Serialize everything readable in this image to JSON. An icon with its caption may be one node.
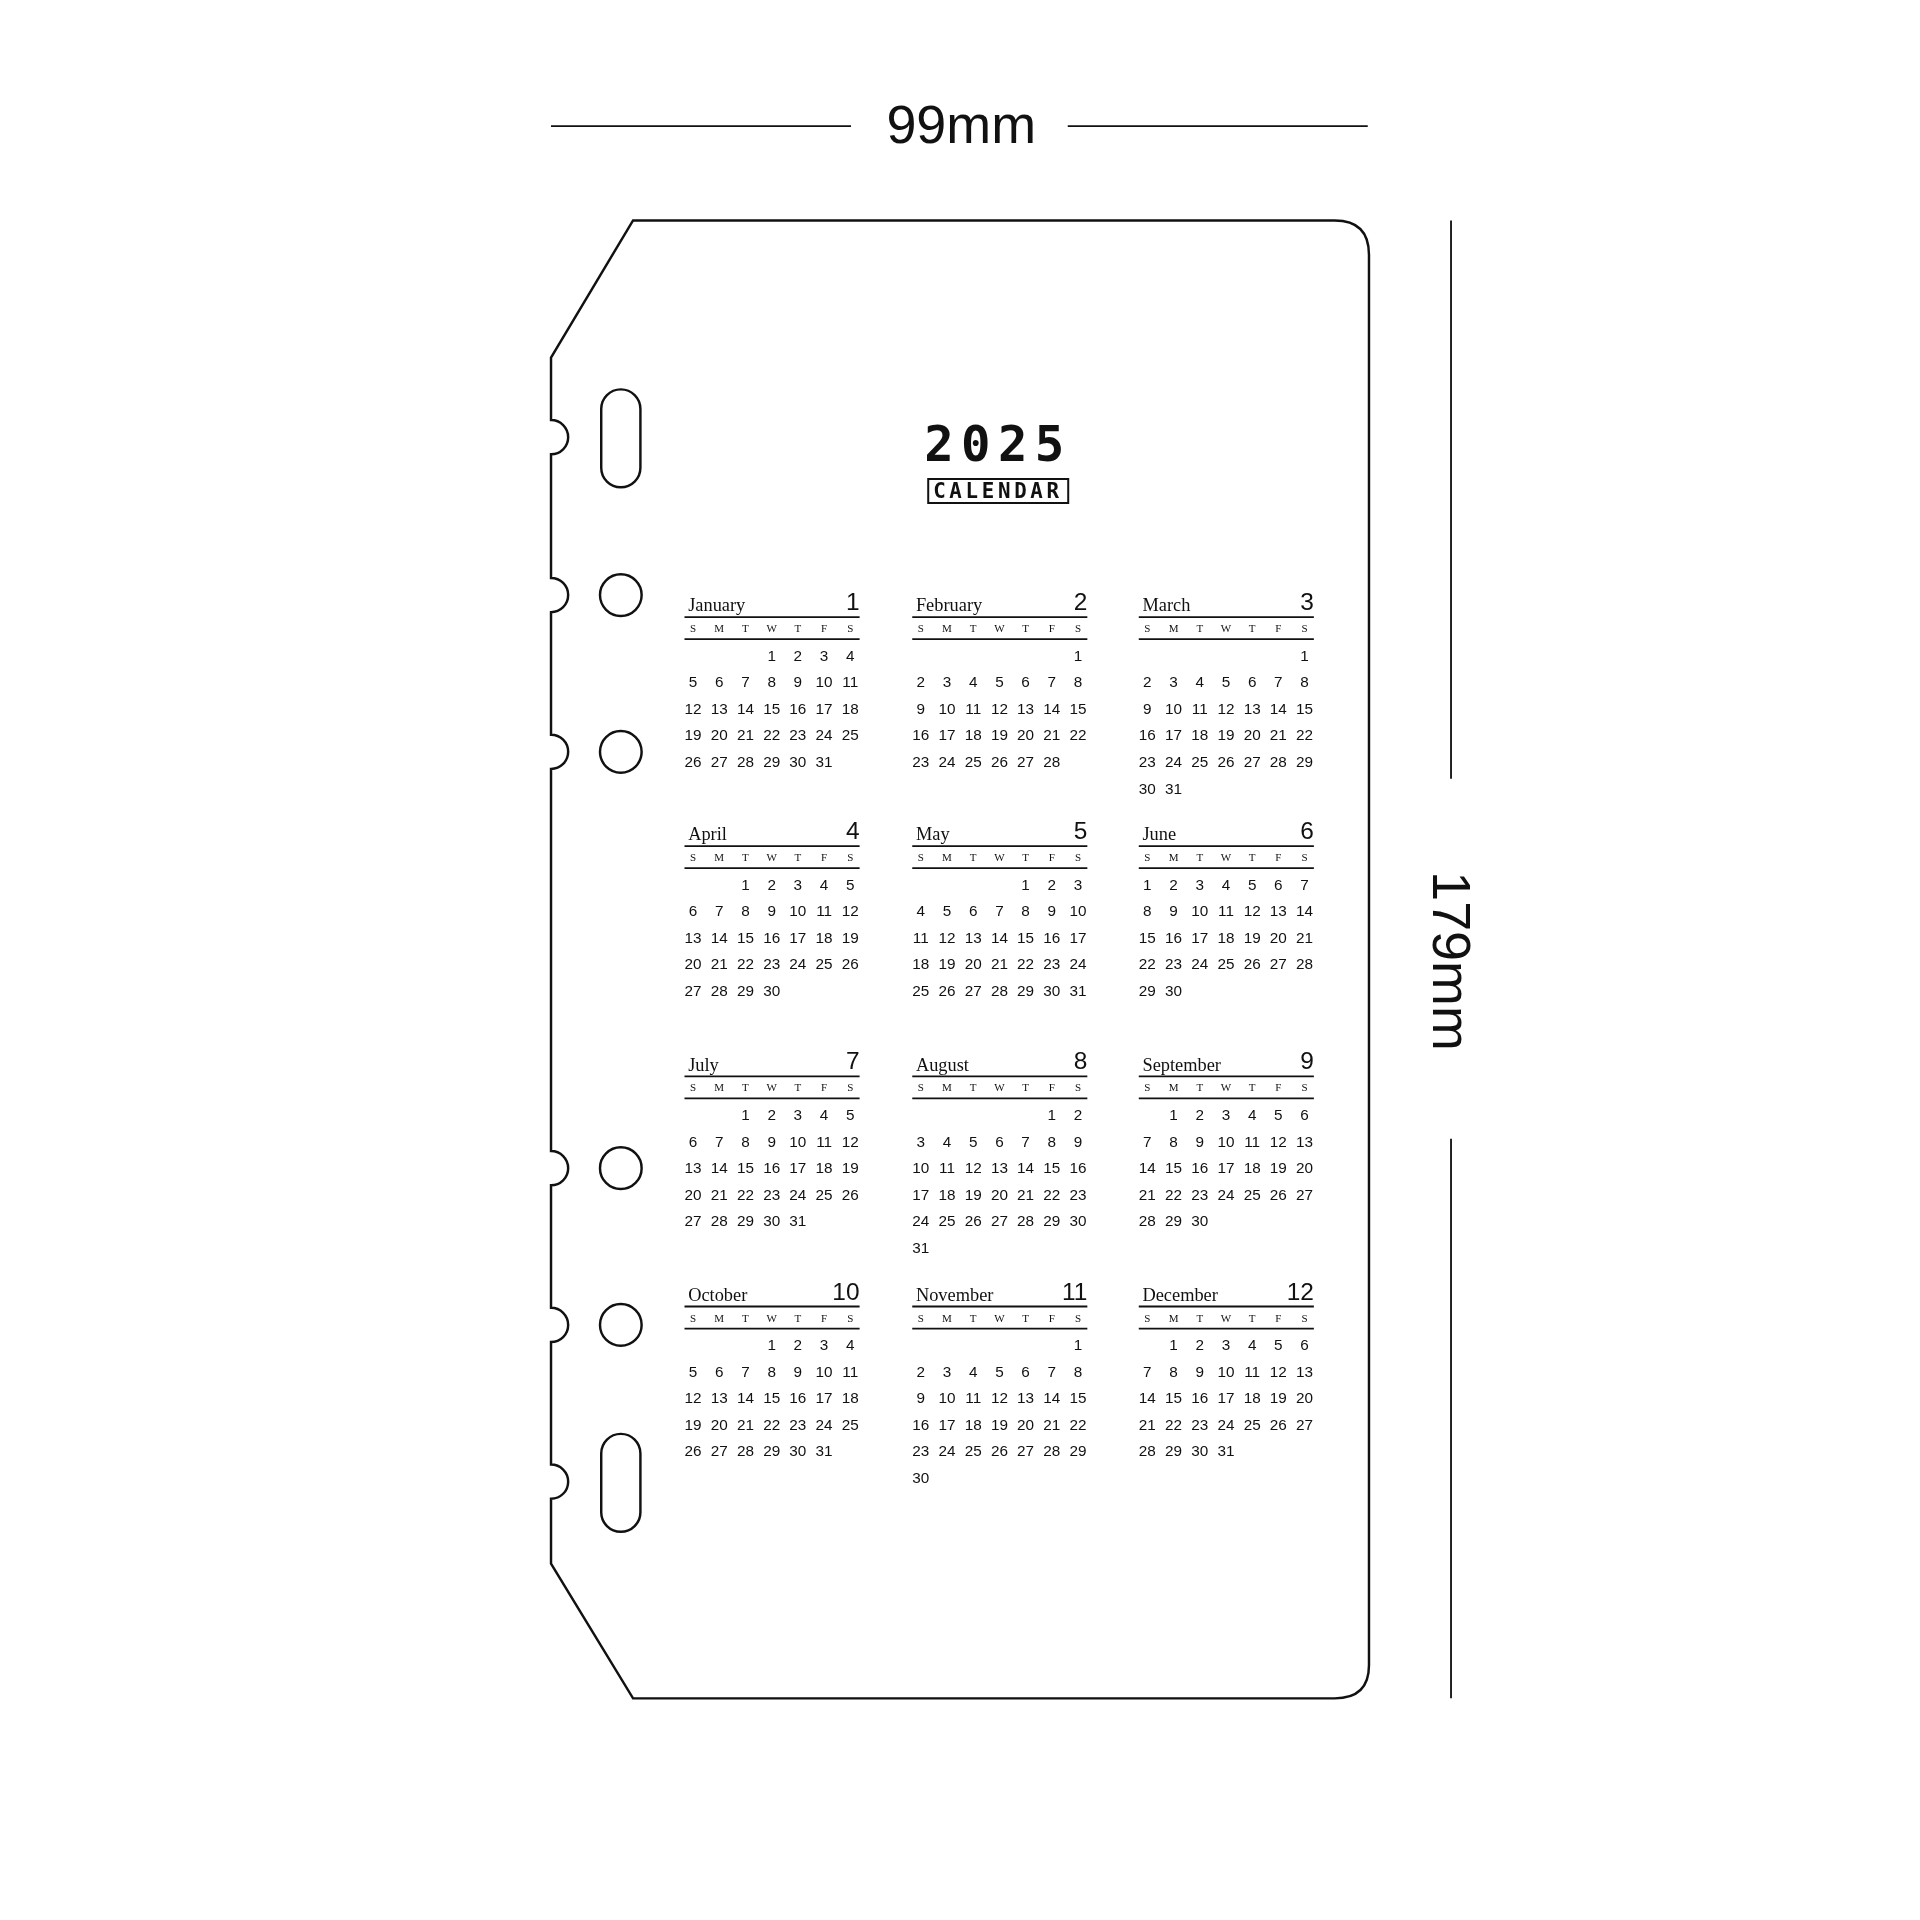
{
  "diagram": {
    "labels": [
      "99mm",
      "179mm",
      "2025",
      "CALENDAR",
      "January",
      "1",
      "S",
      "M",
      "T",
      "W",
      "T",
      "F",
      "S",
      "1",
      "2",
      "3",
      "4",
      "5",
      "6",
      "7",
      "8",
      "9",
      "10",
      "11",
      "12",
      "13",
      "14",
      "15",
      "16",
      "17",
      "18",
      "19",
      "20",
      "21",
      "22",
      "23",
      "24",
      "25",
      "26",
      "27",
      "28",
      "29",
      "30",
      "31",
      "February",
      "2",
      "S",
      "M",
      "T",
      "W",
      "T",
      "F",
      "S",
      "1",
      "2",
      "3",
      "4",
      "5",
      "6",
      "7",
      "8",
      "9",
      "10",
      "11",
      "12",
      "13",
      "14",
      "15",
      "16",
      "17",
      "18",
      "19",
      "20",
      "21",
      "22",
      "23",
      "24",
      "25",
      "26",
      "27",
      "28",
      "March",
      "3",
      "S",
      "M",
      "T",
      "W",
      "T",
      "F",
      "S",
      "1",
      "2",
      "3",
      "4",
      "5",
      "6",
      "7",
      "8",
      "9",
      "10",
      "11",
      "12",
      "13",
      "14",
      "15",
      "16",
      "17",
      "18",
      "19",
      "20",
      "21",
      "22",
      "23",
      "24",
      "25",
      "26",
      "27",
      "28",
      "29",
      "30",
      "31",
      "April",
      "4",
      "S",
      "M",
      "T",
      "W",
      "T",
      "F",
      "S",
      "1",
      "2",
      "3",
      "4",
      "5",
      "6",
      "7",
      "8",
      "9",
      "10",
      "11",
      "12",
      "13",
      "14",
      "15",
      "16",
      "17",
      "18",
      "19",
      "20",
      "21",
      "22",
      "23",
      "24",
      "25",
      "26",
      "27",
      "28",
      "29",
      "30",
      "May",
      "5",
      "S",
      "M",
      "T",
      "W",
      "T",
      "F",
      "S",
      "1",
      "2",
      "3",
      "4",
      "5",
      "6",
      "7",
      "8",
      "9",
      "10",
      "11",
      "12",
      "13",
      "14",
      "15",
      "16",
      "17",
      "18",
      "19",
      "20",
      "21",
      "22",
      "23",
      "24",
      "25",
      "26",
      "27",
      "28",
      "29",
      "30",
      "31",
      "June",
      "6",
      "S",
      "M",
      "T",
      "W",
      "T",
      "F",
      "S",
      "1",
      "2",
      "3",
      "4",
      "5",
      "6",
      "7",
      "8",
      "9",
      "10",
      "11",
      "12",
      "13",
      "14",
      "15",
      "16",
      "17",
      "18",
      "19",
      "20",
      "21",
      "22",
      "23",
      "24",
      "25",
      "26",
      "27",
      "28",
      "29",
      "30",
      "July",
      "7",
      "S",
      "M",
      "T",
      "W",
      "T",
      "F",
      "S",
      "1",
      "2",
      "3",
      "4",
      "5",
      "6",
      "7",
      "8",
      "9",
      "10",
      "11",
      "12",
      "13",
      "14",
      "15",
      "16",
      "17",
      "18",
      "19",
      "20",
      "21",
      "22",
      "23",
      "24",
      "25",
      "26",
      "27",
      "28",
      "29",
      "30",
      "31",
      "August",
      "8",
      "S",
      "M",
      "T",
      "W",
      "T",
      "F",
      "S",
      "1",
      "2",
      "3",
      "4",
      "5",
      "6",
      "7",
      "8",
      "9",
      "10",
      "11",
      "12",
      "13",
      "14",
      "15",
      "16",
      "17",
      "18",
      "19",
      "20",
      "21",
      "22",
      "23",
      "24",
      "25",
      "26",
      "27",
      "28",
      "29",
      "30",
      "31",
      "September",
      "9",
      "S",
      "M",
      "T",
      "W",
      "T",
      "F",
      "S",
      "1",
      "2",
      "3",
      "4",
      "5",
      "6",
      "7",
      "8",
      "9",
      "10",
      "11",
      "12",
      "13",
      "14",
      "15",
      "16",
      "17",
      "18",
      "19",
      "20",
      "21",
      "22",
      "23",
      "24",
      "25",
      "26",
      "27",
      "28",
      "29",
      "30",
      "October",
      "10",
      "S",
      "M",
      "T",
      "W",
      "T",
      "F",
      "S",
      "1",
      "2",
      "3",
      "4",
      "5",
      "6",
      "7",
      "8",
      "9",
      "10",
      "11",
      "12",
      "13",
      "14",
      "15",
      "16",
      "17",
      "18",
      "19",
      "20",
      "21",
      "22",
      "23",
      "24",
      "25",
      "26",
      "27",
      "28",
      "29",
      "30",
      "31",
      "November",
      "11",
      "S",
      "M",
      "T",
      "W",
      "T",
      "F",
      "S",
      "1",
      "2",
      "3",
      "4",
      "5",
      "6",
      "7",
      "8",
      "9",
      "10",
      "11",
      "12",
      "13",
      "14",
      "15",
      "16",
      "17",
      "18",
      "19",
      "20",
      "21",
      "22",
      "23",
      "24",
      "25",
      "26",
      "27",
      "28",
      "29",
      "30",
      "December",
      "12",
      "S",
      "M",
      "T",
      "W",
      "T",
      "F",
      "S",
      "1",
      "2",
      "3",
      "4",
      "5",
      "6",
      "7",
      "8",
      "9",
      "10",
      "11",
      "12",
      "13",
      "14",
      "15",
      "16",
      "17",
      "18",
      "19",
      "20",
      "21",
      "22",
      "23",
      "24",
      "25",
      "26",
      "27",
      "28",
      "29",
      "30",
      "31"
    ]
  }
}
